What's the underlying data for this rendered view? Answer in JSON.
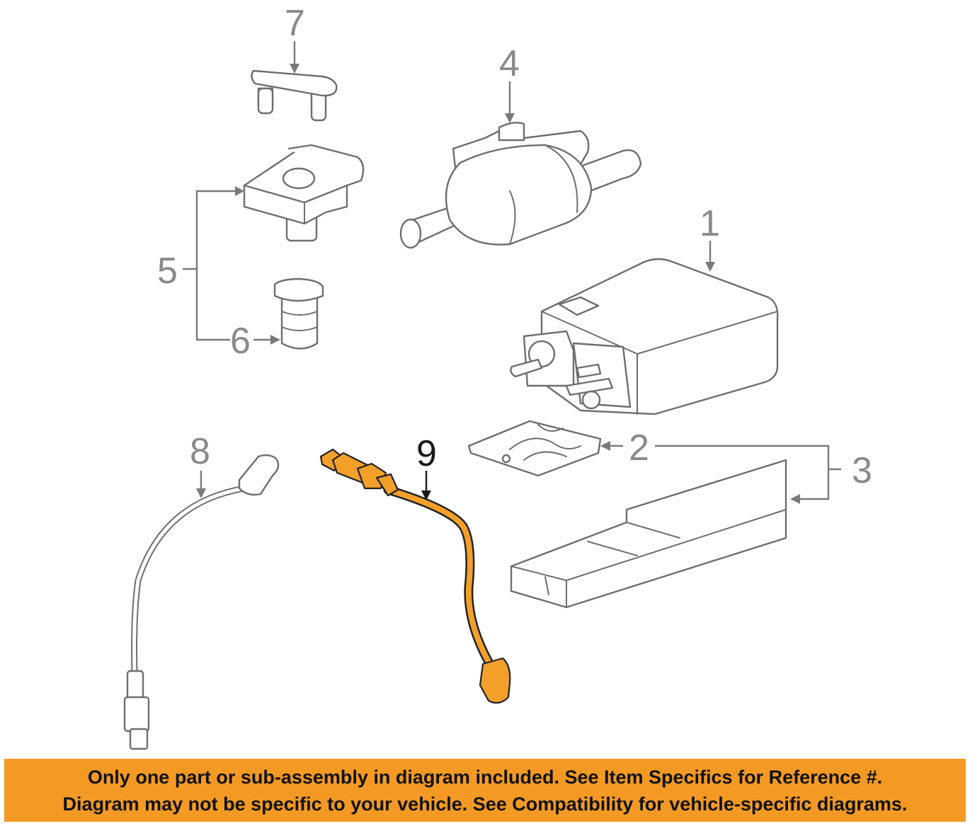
{
  "diagram": {
    "callouts": {
      "c1": "1",
      "c2": "2",
      "c3": "3",
      "c4": "4",
      "c5": "5",
      "c6": "6",
      "c7": "7",
      "c8": "8",
      "c9": "9"
    },
    "highlighted_part": "9",
    "highlight_color": "#f3a02a"
  },
  "footer": {
    "background": "#f49a24",
    "line1": "Only one part or sub-assembly in diagram included. See Item Specifics for Reference #.",
    "line2": "Diagram may not be specific to your vehicle. See Compatibility for vehicle-specific diagrams."
  }
}
